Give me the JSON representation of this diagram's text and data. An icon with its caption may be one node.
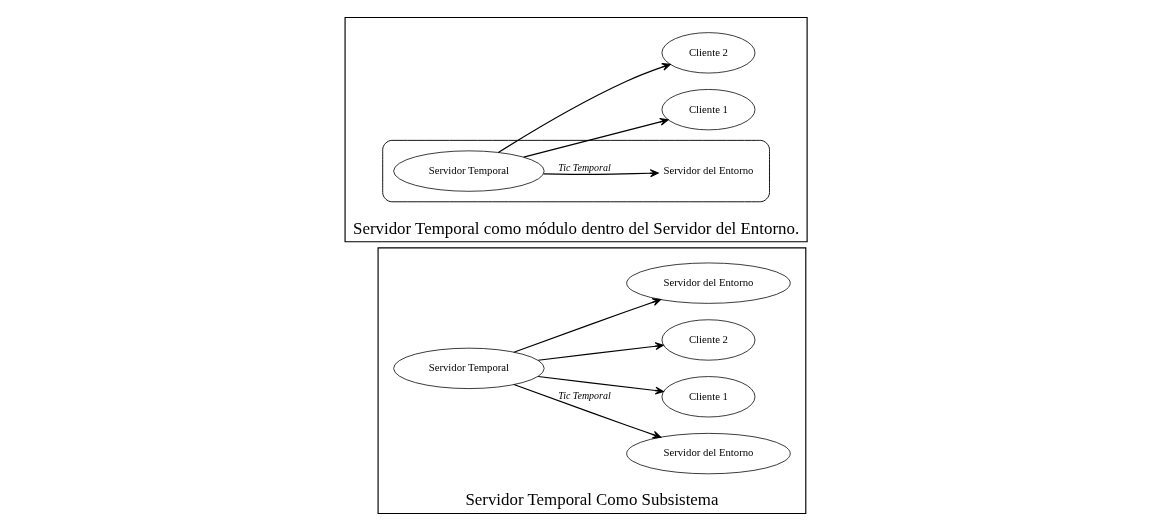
{
  "diagram": {
    "nodes": [
      {
        "text": [
          "Servidor Temporal Como Subsistema"
        ]
      },
      {
        "text": [
          "Servidor del Entorno"
        ],
        "in": 0
      },
      {
        "text": [
          "Cliente 1"
        ],
        "in": 0
      },
      {
        "text": [
          "Cliente 2"
        ],
        "in": 0
      },
      {
        "text": [
          "Servidor Temporal"
        ],
        "in": 0
      },
      {
        "text": [
          "Servidor del Entorno"
        ],
        "in": 0
      },
      {
        "text": [
          "Servidor Temporal como módulo dentro del Servidor del Entorno."
        ]
      },
      {
        "text": [
          "Servidor del Entorno"
        ],
        "in": 6
      },
      {
        "text": [
          "Servidor Temporal"
        ],
        "in": 7
      },
      {
        "text": [
          "Cliente 1"
        ],
        "in": 6
      },
      {
        "text": [
          "Cliente 2"
        ],
        "in": 6
      }
    ],
    "edges": [
      {
        "from": 4,
        "to": 1,
        "arrow": "to",
        "label": "Tic Temporal"
      },
      {
        "from": 4,
        "to": 2,
        "arrow": "to"
      },
      {
        "from": 4,
        "to": 3,
        "arrow": "to"
      },
      {
        "from": 4,
        "to": 5,
        "arrow": "to"
      },
      {
        "from": 8,
        "to": 7,
        "arrow": "to",
        "label": "Tic Temporal"
      },
      {
        "from": 8,
        "to": 9,
        "arrow": "to"
      },
      {
        "from": 8,
        "to": 10,
        "arrow": "to"
      }
    ]
  }
}
